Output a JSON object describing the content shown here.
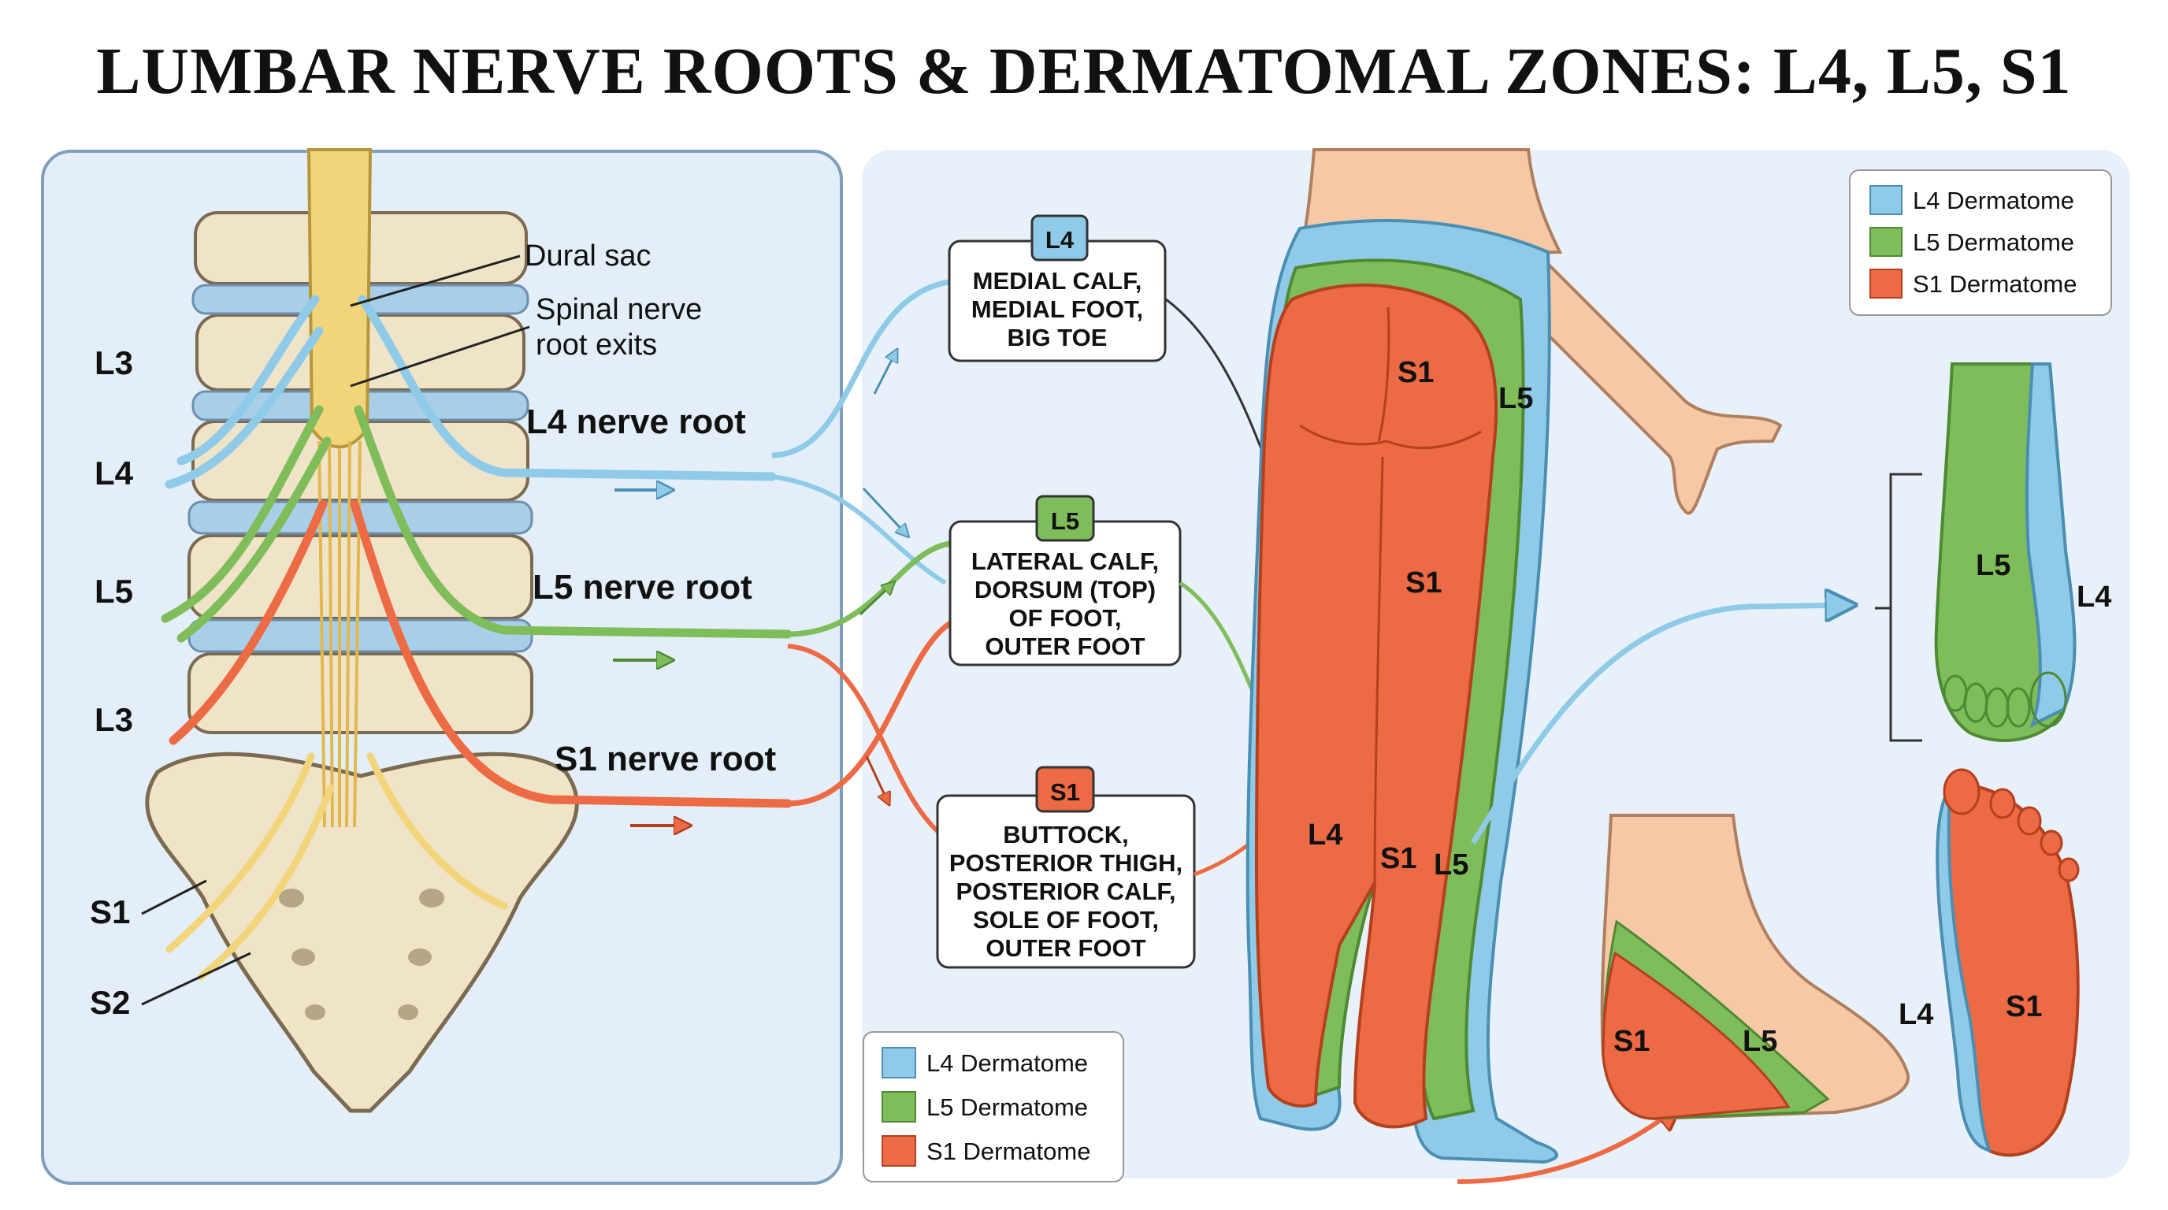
{
  "title": "LUMBAR NERVE ROOTS & DERMATOMAL ZONES: L4, L5, S1",
  "colors": {
    "l4": "#8fcbe8",
    "l5": "#7fbc5a",
    "s1": "#ec6a44",
    "nerve": "#f2d47a",
    "bone": "#efe3c8"
  },
  "spine": {
    "vertebra_labels": [
      "L3",
      "L4",
      "L5",
      "L3"
    ],
    "sacral_labels": [
      "S1",
      "S2"
    ],
    "dural_sac": "Dural sac",
    "root_exits": [
      "Spinal nerve",
      "root exits"
    ],
    "roots": [
      "L4 nerve root",
      "L5 nerve root",
      "S1 nerve root"
    ]
  },
  "boxes": [
    {
      "badge": "L4",
      "lines": [
        "MEDIAL CALF,",
        "MEDIAL FOOT,",
        "BIG TOE"
      ]
    },
    {
      "badge": "L5",
      "lines": [
        "LATERAL CALF,",
        "DORSUM (TOP)",
        "OF FOOT,",
        "OUTER FOOT"
      ]
    },
    {
      "badge": "S1",
      "lines": [
        "BUTTOCK,",
        "POSTERIOR THIGH,",
        "POSTERIOR CALF,",
        "SOLE OF FOOT,",
        "OUTER FOOT"
      ]
    }
  ],
  "legend": [
    "L4 Dermatome",
    "L5 Dermatome",
    "S1 Dermatome"
  ],
  "zone_labels": {
    "leg": [
      "S1",
      "L5",
      "S1",
      "L4",
      "S1",
      "L5"
    ],
    "foot_top": [
      "L5",
      "L4"
    ],
    "foot_side": [
      "S1",
      "L5"
    ],
    "sole": [
      "L4",
      "S1"
    ]
  }
}
